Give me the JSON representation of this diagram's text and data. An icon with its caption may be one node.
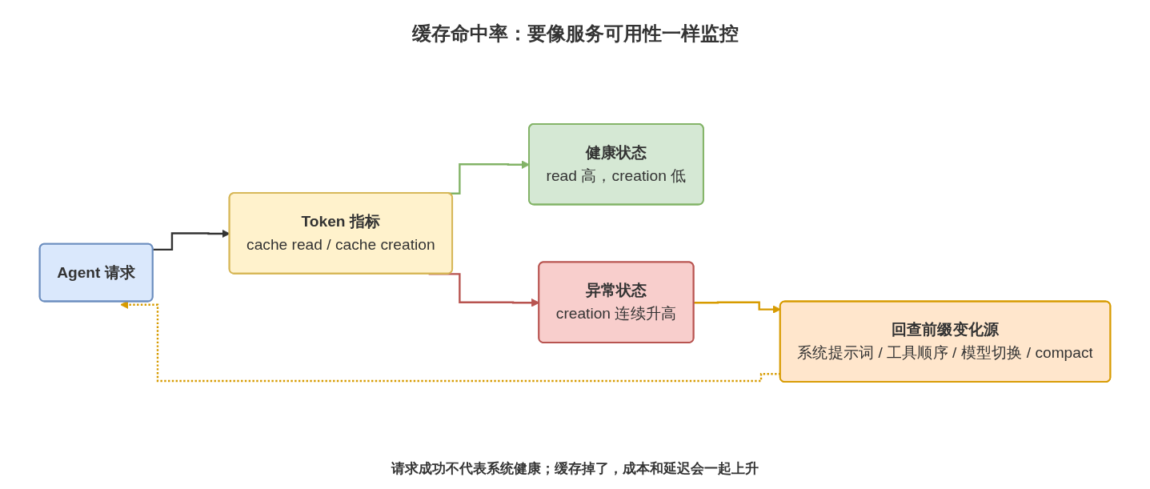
{
  "diagram": {
    "title": "缓存命中率：要像服务可用性一样监控",
    "caption": "请求成功不代表系统健康；缓存掉了，成本和延迟会一起上升",
    "nodes": [
      {
        "text": [
          "Agent 请求"
        ]
      },
      {
        "text": [
          "Token 指标",
          "cache read / cache creation"
        ]
      },
      {
        "text": [
          "健康状态",
          "read 高，creation 低"
        ]
      },
      {
        "text": [
          "异常状态",
          "creation 连续升高"
        ]
      },
      {
        "text": [
          "回查前缀变化源",
          "系统提示词 / 工具顺序 / 模型切换 / compact"
        ]
      }
    ],
    "edges": [
      {
        "from": 0,
        "to": 1,
        "arrow": "to",
        "color": "#333333"
      },
      {
        "from": 1,
        "to": 2,
        "arrow": "to",
        "color": "#82b366"
      },
      {
        "from": 1,
        "to": 3,
        "arrow": "to",
        "color": "#b85450"
      },
      {
        "from": 3,
        "to": 4,
        "arrow": "to",
        "color": "#d79b00"
      },
      {
        "from": 4,
        "to": 0,
        "arrow": "to",
        "style": "dashed",
        "color": "#d79b00"
      }
    ]
  }
}
